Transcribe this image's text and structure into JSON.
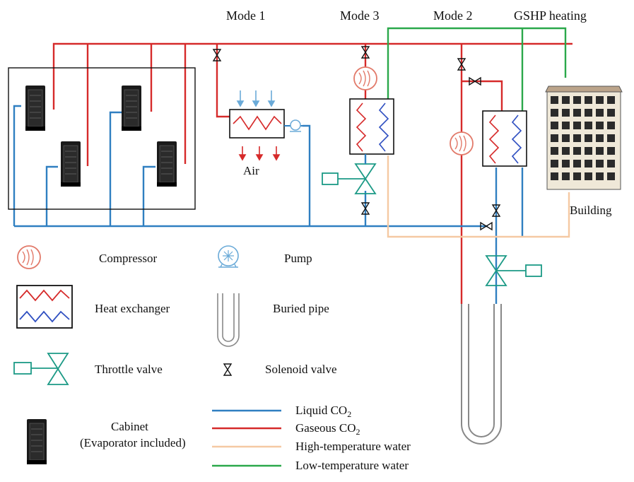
{
  "modes": {
    "mode1": "Mode 1",
    "mode3": "Mode 3",
    "mode2": "Mode 2",
    "gshp": "GSHP heating"
  },
  "labels": {
    "air": "Air",
    "building": "Building"
  },
  "legend": {
    "compressor": "Compressor",
    "pump": "Pump",
    "heat_exchanger": "Heat exchanger",
    "buried_pipe": "Buried pipe",
    "throttle_valve": "Throttle valve",
    "solenoid_valve": "Solenoid valve",
    "cabinet_line1": "Cabinet",
    "cabinet_line2": "(Evaporator included)",
    "liquid_co2_prefix": "Liquid CO",
    "liquid_co2_sub": "2",
    "gaseous_co2_prefix": "Gaseous CO",
    "gaseous_co2_sub": "2",
    "high_temp_water": "High-temperature water",
    "low_temp_water": "Low-temperature water"
  },
  "colors": {
    "liquid_co2": "#2f7fc1",
    "gaseous_co2": "#d62a2a",
    "high_temp_water": "#f5c9a3",
    "low_temp_water": "#2aa84a",
    "valve": "#1c9a86",
    "compressor": "#e27a6a",
    "pump": "#6aaad8"
  },
  "icons": [
    "cabinet-icon",
    "compressor-icon",
    "pump-icon",
    "heat-exchanger-icon",
    "buried-pipe-icon",
    "throttle-valve-icon",
    "solenoid-valve-icon",
    "building-icon"
  ]
}
